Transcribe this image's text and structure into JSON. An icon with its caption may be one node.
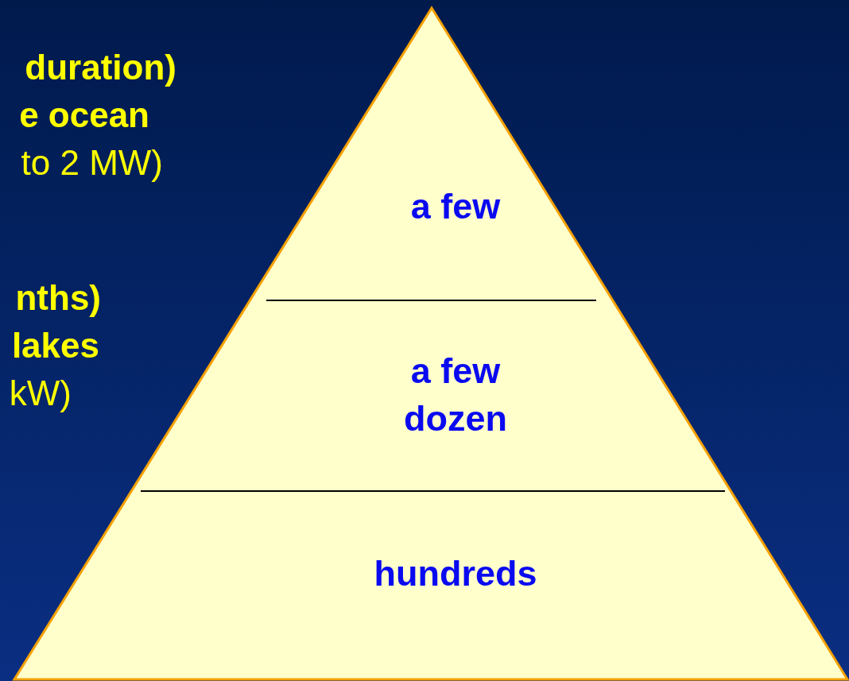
{
  "diagram": {
    "nodes": [
      {
        "text": [
          "a few"
        ]
      },
      {
        "text": [
          "a few dozen"
        ]
      },
      {
        "text": [
          "hundreds"
        ]
      }
    ],
    "labels": [
      "duration)",
      "e ocean",
      "to 2 MW)",
      "nths)",
      "lakes",
      "kW)"
    ]
  }
}
